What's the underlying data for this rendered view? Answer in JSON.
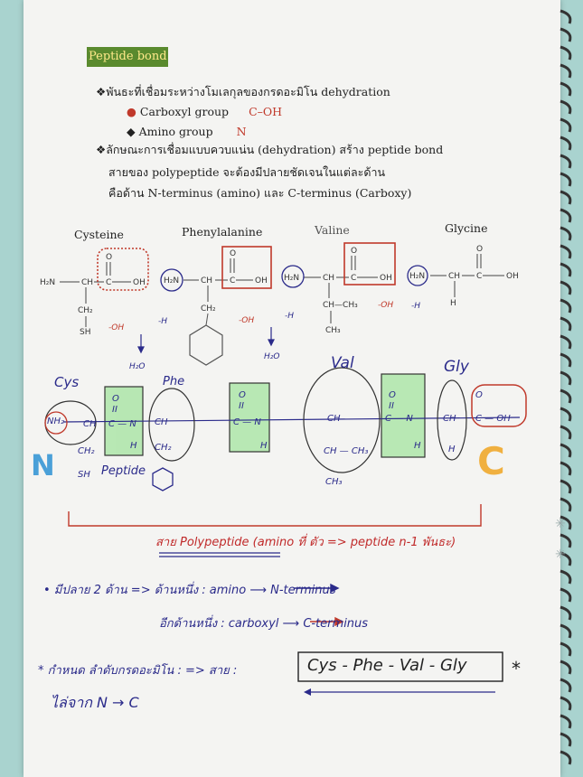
{
  "header": {
    "title": "Peptide bond"
  },
  "bullets": {
    "b1": "❖พันธะที่เชื่อมระหว่างโมเลกุลของกรดอะมิโน dehydration",
    "sub1_label": "Carboxyl group",
    "sub1_formula": "C–OH",
    "sub2_label": "Amino group",
    "sub2_formula": "N",
    "b2_line1": "❖ลักษณะการเชื่อมแบบควบแน่น (dehydration) สร้าง peptide bond",
    "b2_line2": "สายของ polypeptide จะต้องมีปลายชัดเจนในแต่ละด้าน",
    "b2_line3": "คือด้าน N-terminus (amino) และ C-terminus (Carboxy)"
  },
  "amino_acids": [
    {
      "name": "Cysteine"
    },
    {
      "name": "Phenylalanine"
    },
    {
      "name": "Valine"
    },
    {
      "name": "Glycine"
    }
  ],
  "structure_labels": {
    "h2n": "H₂N",
    "ch": "CH",
    "c": "C",
    "oh": "OH",
    "o": "O",
    "ch2": "CH₂",
    "sh": "SH",
    "ch3": "CH₃",
    "h": "H",
    "minus_oh": "-OH",
    "minus_h": "-H",
    "h2o": "H₂O"
  },
  "handwritten": {
    "cys": "Cys",
    "phe": "Phe",
    "val": "Val",
    "gly": "Gly",
    "n_letter": "N",
    "c_letter": "C",
    "peptide": "Peptide",
    "nh2": "NH₂",
    "polypeptide_line": "สาย Polypeptide (amino ที่ ตัว => peptide n-1 พันธะ)",
    "ends_line1": "• มีปลาย 2 ด้าน => ด้านหนึ่ง : amino ⟶ N-terminus",
    "ends_line2": "อีกด้านหนึ่ง : carboxyl ⟶ C-terminus",
    "order_line": "* กำหนด ลำดับกรดอะมิโน : => สาย :",
    "sequence": "Cys - Phe - Val - Gly",
    "direction": "ไล่จาก N → C",
    "star": "*"
  },
  "colors": {
    "header_bg": "#5a8a2e",
    "header_text": "#ffe98a",
    "red_box": "#c0392b",
    "green_highlight": "#8fe08a",
    "orange_c": "#f0b040",
    "blue_n": "#4aa0d8",
    "navy_ink": "#2a2a8a"
  }
}
